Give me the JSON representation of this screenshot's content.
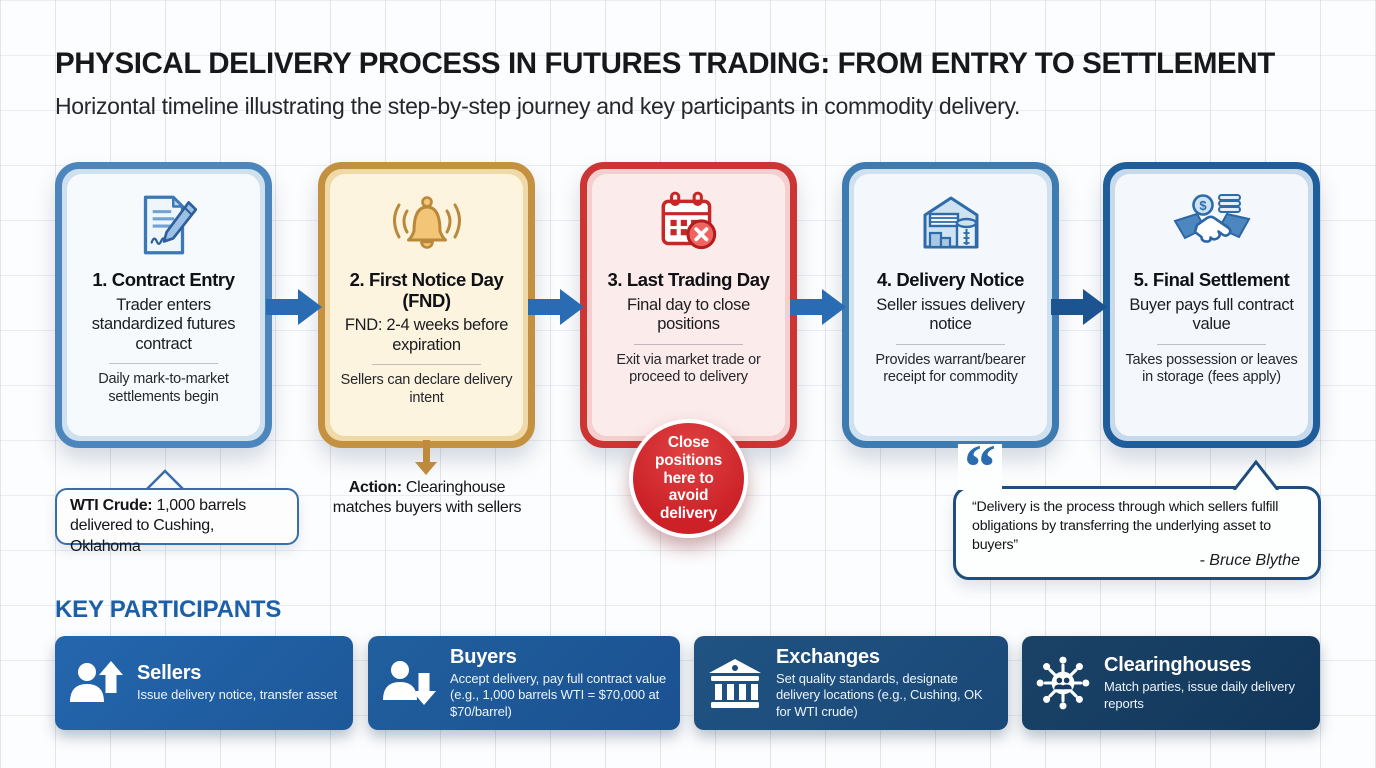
{
  "header": {
    "title": "PHYSICAL DELIVERY PROCESS IN FUTURES TRADING: FROM ENTRY TO SETTLEMENT",
    "subtitle": "Horizontal timeline illustrating the step-by-step journey and key participants in commodity delivery."
  },
  "timeline": {
    "steps": [
      {
        "title": "1. Contract Entry",
        "subtitle": "Trader enters standardized futures contract",
        "detail": "Daily mark-to-market settlements begin",
        "icon": "contract-document-pen-icon",
        "accent": "#4d86bd",
        "fill": "#f6fafd"
      },
      {
        "title": "2. First Notice Day (FND)",
        "subtitle": "FND: 2-4 weeks before expiration",
        "detail": "Sellers can declare delivery intent",
        "icon": "bell-icon",
        "accent": "#c3913f",
        "fill": "#fcf4df"
      },
      {
        "title": "3. Last Trading Day",
        "subtitle": "Final day to close positions",
        "detail": "Exit via market trade or proceed to delivery",
        "icon": "calendar-x-icon",
        "accent": "#cd3434",
        "fill": "#fcebeb"
      },
      {
        "title": "4. Delivery Notice",
        "subtitle": "Seller issues delivery notice",
        "detail": "Provides warrant/bearer receipt for commodity",
        "icon": "warehouse-icon",
        "accent": "#3e7bb1",
        "fill": "#f4f8fc"
      },
      {
        "title": "5. Final Settlement",
        "subtitle": "Buyer pays full contract value",
        "detail": "Takes possession or leaves in storage (fees apply)",
        "icon": "handshake-coins-icon",
        "accent": "#1f5d9b",
        "fill": "#f4f8fc"
      }
    ],
    "arrow_color": "#2a6cb3",
    "last_arrow_color": "#1b5490"
  },
  "callouts": {
    "wti": {
      "bold": "WTI Crude:",
      "text": " 1,000 barrels delivered to Cushing, Oklahoma"
    },
    "action": {
      "bold": "Action:",
      "text": " Clearinghouse matches buyers with sellers",
      "arrow_color": "#c08a3c"
    },
    "close_badge": {
      "text": "Close positions here to avoid delivery",
      "color": "#cb2127"
    }
  },
  "quote": {
    "mark": "“",
    "text": "“Delivery is the process through which sellers fulfill obligations by transferring the underlying asset to buyers”",
    "attribution": "- Bruce Blythe",
    "border_color": "#1d4e7e"
  },
  "participants": {
    "heading": "KEY PARTICIPANTS",
    "heading_color": "#1d5fa6",
    "cards": [
      {
        "title": "Sellers",
        "description": "Issue delivery notice, transfer asset",
        "icon": "person-up-arrow-icon",
        "bg": "#1f5da1"
      },
      {
        "title": "Buyers",
        "description": "Accept delivery, pay full contract value (e.g., 1,000 barrels WTI = $70,000 at $70/barrel)",
        "icon": "person-down-arrow-icon",
        "bg": "#1c5492"
      },
      {
        "title": "Exchanges",
        "description": "Set quality standards, designate delivery locations (e.g., Cushing, OK for WTI crude)",
        "icon": "bank-building-icon",
        "bg": "#1c4b7c"
      },
      {
        "title": "Clearinghouses",
        "description": "Match parties, issue daily delivery reports",
        "icon": "network-hub-icon",
        "bg": "#143a5f"
      }
    ]
  },
  "icons": {
    "dollar_glyph": "$"
  }
}
